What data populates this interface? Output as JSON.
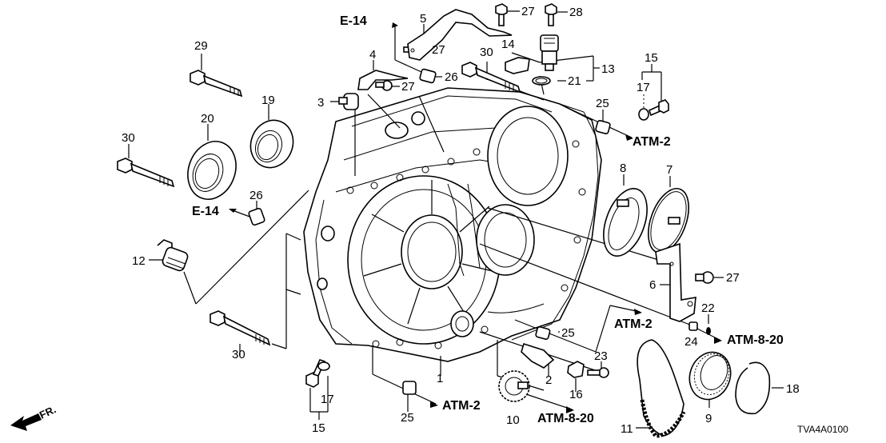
{
  "diagram": {
    "title": "Transmission Case exploded view",
    "code": "TVA4A0100",
    "front_indicator": "FR.",
    "callouts": {
      "c1": "1",
      "c2": "2",
      "c3": "3",
      "c4": "4",
      "c5": "5",
      "c6": "6",
      "c7": "7",
      "c8": "8",
      "c9": "9",
      "c10": "10",
      "c11": "11",
      "c12": "12",
      "c13": "13",
      "c14": "14",
      "c15a": "15",
      "c15b": "15",
      "c16": "16",
      "c17a": "17",
      "c17b": "17",
      "c18": "18",
      "c19": "19",
      "c20": "20",
      "c21": "21",
      "c22": "22",
      "c23": "23",
      "c24": "24",
      "c25a": "25",
      "c25b": "25",
      "c25c": "25",
      "c26a": "26",
      "c26b": "26",
      "c27a": "27",
      "c27b": "27",
      "c27c": "27",
      "c27d": "27",
      "c28": "28",
      "c29": "29",
      "c30a": "30",
      "c30b": "30",
      "c30c": "30"
    },
    "references": {
      "e14_top": "E-14",
      "e14_left": "E-14",
      "atm2_right": "ATM-2",
      "atm2_mid": "ATM-2",
      "atm2_bottom": "ATM-2",
      "atm820_right": "ATM-8-20",
      "atm820_bottom": "ATM-8-20"
    }
  }
}
